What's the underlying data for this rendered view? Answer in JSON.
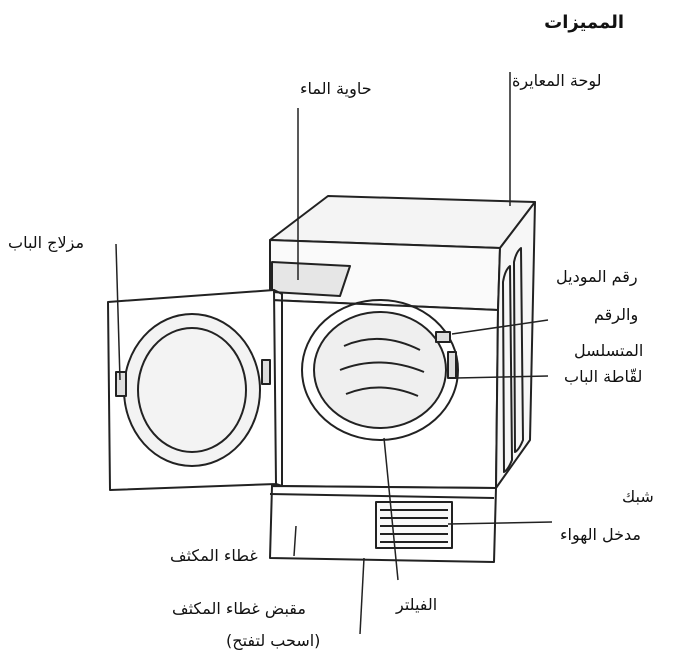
{
  "title": "المميزات",
  "labels": {
    "water_container": "حاوية الماء",
    "control_panel": "لوحة المعايرة",
    "door_hinge": "مزلاج الباب",
    "model_number_1": "رقم الموديل",
    "model_number_2": "والرقم",
    "model_number_3": "المتسلسل",
    "door_catch": "لقّاطة الباب",
    "air_vent_1": "شبك",
    "air_vent_2": "مدخل الهواء",
    "condenser_cover": "غطاء المكثف",
    "filter": "الفيلتر",
    "condenser_handle": "مقبض غطاء المكثف",
    "pull_to_open": "(اسحب لتفتح)"
  },
  "colors": {
    "line": "#222222",
    "panel": "#f2f2f2",
    "drum": "#e8e8e8"
  }
}
